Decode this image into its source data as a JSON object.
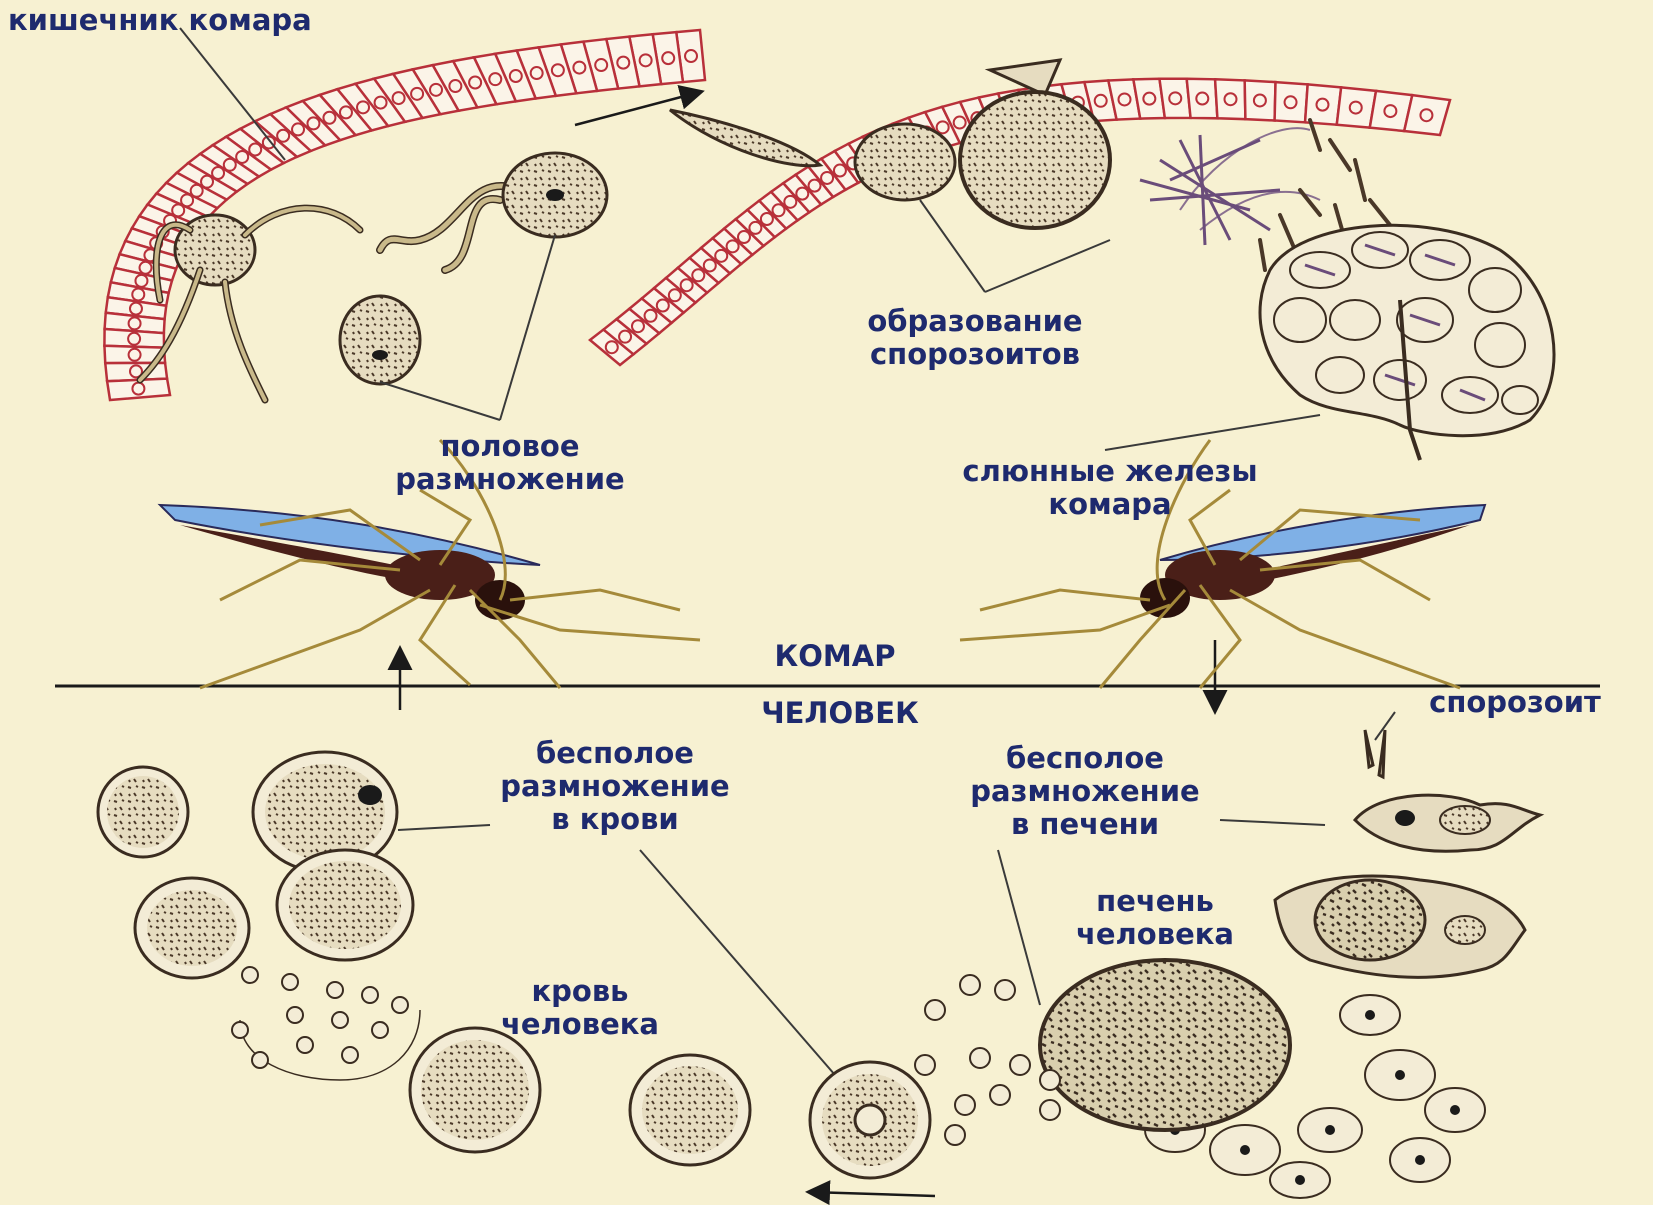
{
  "labels": {
    "mosquito_gut": "кишечник комара",
    "sexual_reproduction": [
      "половое",
      "размножение"
    ],
    "sporozoite_formation": [
      "образование",
      "спорозоитов"
    ],
    "salivary_glands": [
      "слюнные железы",
      "комара"
    ],
    "mosquito": "КОМАР",
    "human": "ЧЕЛОВЕК",
    "sporozoite": "спорозоит",
    "asexual_blood": [
      "бесполое",
      "размножение",
      "в крови"
    ],
    "asexual_liver": [
      "бесполое",
      "размножение",
      "в печени"
    ],
    "human_liver": [
      "печень",
      "человека"
    ],
    "human_blood": [
      "кровь",
      "человека"
    ]
  },
  "colors": {
    "background": "#f7f1d2",
    "label_text": "#1e2a6e",
    "gut_cell_outline": "#b8303a",
    "parasite_fill": "#c9b98a",
    "mosquito_body": "#4a1f18",
    "mosquito_wing": "#7fb0e6"
  },
  "icons": {
    "arrows": "arrow-icon",
    "mosquito": "mosquito-icon"
  }
}
